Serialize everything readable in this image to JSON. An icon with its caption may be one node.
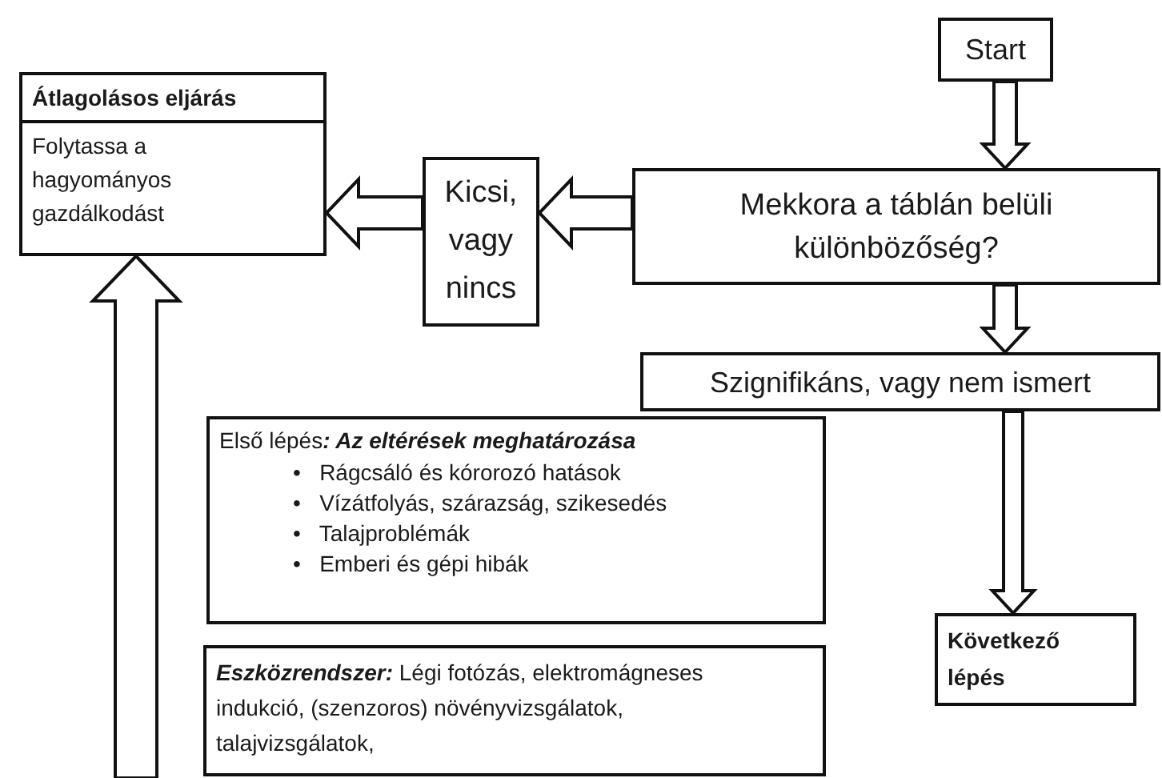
{
  "diagram": {
    "nodes": [
      {
        "text": [
          "Átlagolásos eljárás",
          "Folytassa a hagyományos gazdálkodást"
        ]
      },
      {
        "text": [
          "Kicsi, vagy nincs"
        ]
      },
      {
        "text": [
          "Start"
        ]
      },
      {
        "text": [
          "Mekkora a táblán belüli különbözőség?"
        ]
      },
      {
        "text": [
          "Szignifikáns, vagy nem ismert"
        ]
      },
      {
        "text": [
          "Első lépés**: Az eltérések meghatározása**",
          "•   Rágcsáló és kórorozó hatások",
          "•   Vízátfolyás, szárazság, szikesedés",
          "•   Talajproblémák",
          "•   Emberi és gépi hibák"
        ]
      },
      {
        "text": [
          "**Eszközrendszer:** Légi fotózás, elektromágneses indukció, (szenzoros) növényvizsgálatok, talajvizsgálatok,"
        ]
      },
      {
        "text": [
          "Következő lépés"
        ]
      }
    ],
    "edges": [
      {
        "from": 2,
        "to": 3,
        "arrow": "to"
      },
      {
        "from": 3,
        "to": 1,
        "arrow": "to"
      },
      {
        "from": 1,
        "to": 0,
        "arrow": "to"
      },
      {
        "from": 3,
        "to": 4,
        "arrow": "to"
      },
      {
        "from": 4,
        "to": 7,
        "arrow": "to"
      },
      {
        "from": null,
        "to": 0,
        "arrow": "to"
      }
    ]
  }
}
